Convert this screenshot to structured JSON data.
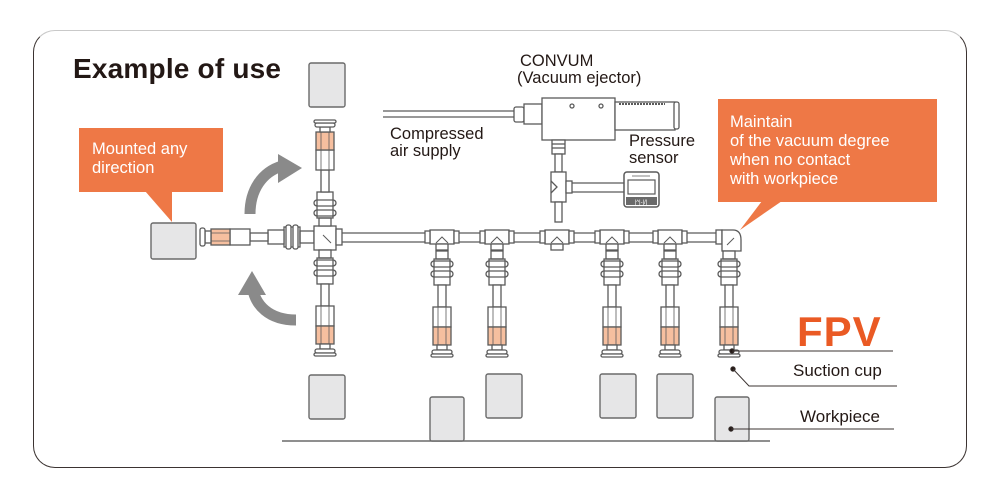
{
  "title": "Example of use",
  "labels": {
    "convum_line1": "CONVUM",
    "convum_line2": "(Vacuum ejector)",
    "compressed_line1": "Compressed",
    "compressed_line2": "air supply",
    "pressure_line1": "Pressure",
    "pressure_line2": "sensor",
    "product": "FPV",
    "suction_cup": "Suction cup",
    "workpiece": "Workpiece"
  },
  "callouts": {
    "mounted": [
      "Mounted any",
      "direction"
    ],
    "maintain": [
      "Maintain",
      "of the vacuum degree",
      "when no contact",
      "with workpiece"
    ]
  },
  "icons": {
    "rotate_arrow_upper": "curved-arrow-clockwise",
    "rotate_arrow_lower": "curved-arrow-counterclockwise"
  },
  "colors": {
    "accent_orange": "#ee7846",
    "product_red": "#ea5a24",
    "valve_peach": "#f6bf9f",
    "workpiece_gray": "#e6e6e7",
    "line_gray": "#5a5a5a",
    "arrow_gray": "#8a8a8a"
  }
}
